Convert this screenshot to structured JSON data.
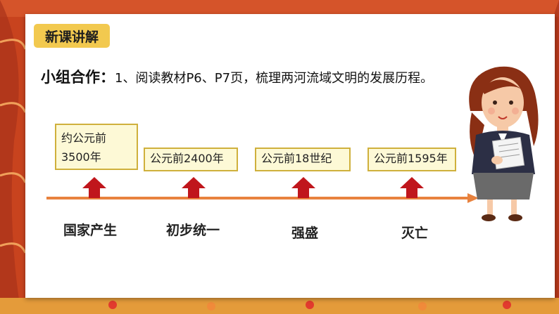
{
  "section_tag": "新课讲解",
  "task": {
    "label": "小组合作：",
    "text": "1、阅读教材P6、P7页，梳理两河流域文明的发展历程。"
  },
  "timeline": [
    {
      "date_line1": "约公元前",
      "date_line2": "3500年",
      "stage": "国家产生"
    },
    {
      "date_line1": "公元前2400年",
      "date_line2": "",
      "stage": "初步统一"
    },
    {
      "date_line1": "公元前18世纪",
      "date_line2": "",
      "stage": "强盛"
    },
    {
      "date_line1": "公元前1595年",
      "date_line2": "",
      "stage": "灭亡"
    }
  ],
  "colors": {
    "curtain": "#c8431e",
    "tag": "#f2c94f",
    "date_box_fill": "#fdf9d6",
    "date_box_border": "#cfb03c",
    "arrow": "#c0161c",
    "timeline_line": "#e8823e"
  }
}
